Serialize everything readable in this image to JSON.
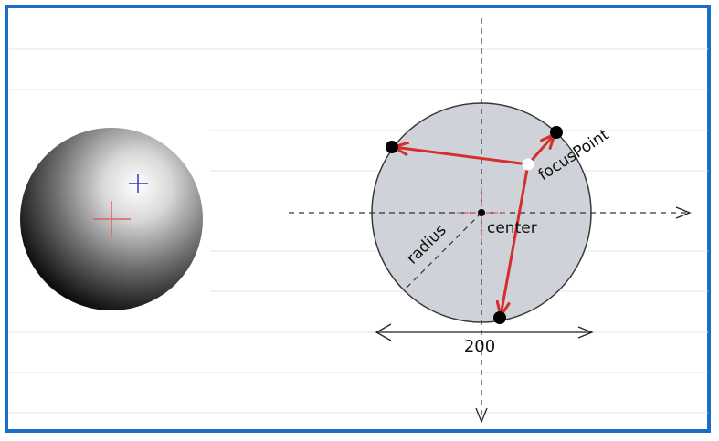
{
  "labels": {
    "focus_point": "focusPoint",
    "center": "center",
    "radius": "radius",
    "width_value": "200"
  },
  "colors": {
    "frame": "#1a6ec8",
    "arrow": "#d32f2f",
    "circle_fill": "#cfd3d9",
    "center_cross": "#e06060",
    "focus_cross": "#3333cc"
  }
}
